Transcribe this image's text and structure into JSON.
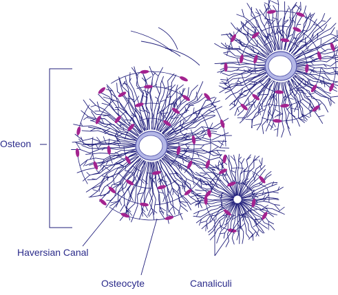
{
  "labels": {
    "osteon": "Osteon",
    "haversian_canal": "Haversian Canal",
    "osteocyte": "Osteocyte",
    "canaliculi": "Canaliculi"
  },
  "colors": {
    "line": "#1f1d7a",
    "osteocyte": "#a3238f",
    "canal_fill": "#b4b7e6",
    "canal_ring": "#4d4ea6",
    "canal_lumen": "#ffffff",
    "label_text": "#2a2a8a",
    "background": "#ffffff"
  }
}
